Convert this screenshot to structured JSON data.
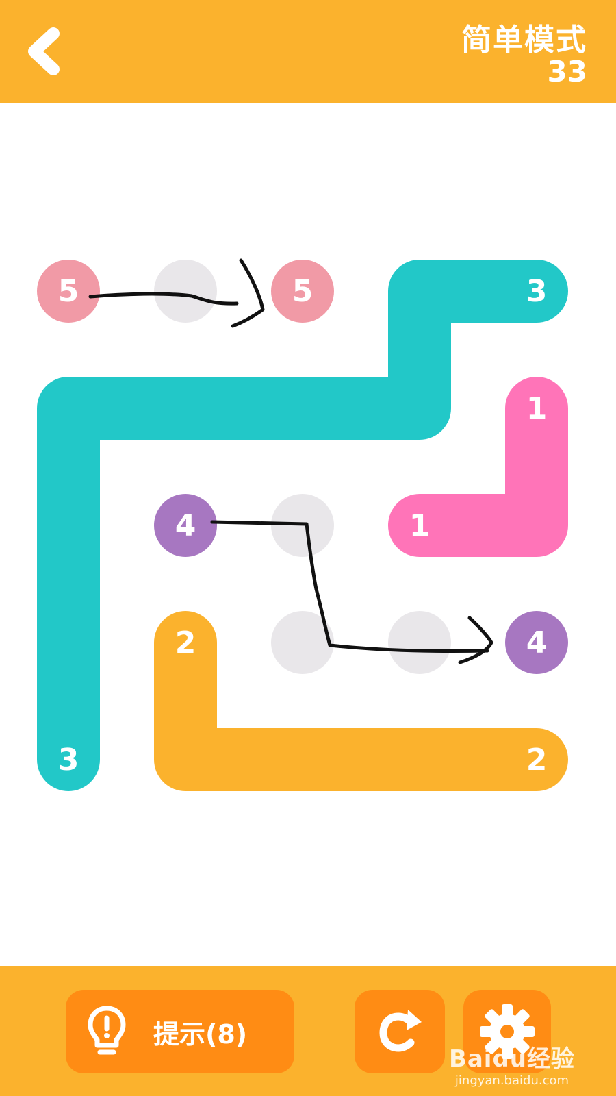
{
  "header": {
    "mode_title": "简单模式",
    "level": "33",
    "back_icon": "chevron-left-icon"
  },
  "colors": {
    "header_bg": "#fbb22d",
    "button_bg": "#ff8c14",
    "teal": "#22c8c8",
    "pink": "#ff74b8",
    "orange": "#fbb22d",
    "purple": "#a777c1",
    "salmon": "#f19aa6",
    "empty_dot": "#e9e7ea",
    "annotation": "#111111"
  },
  "board": {
    "columns": 5,
    "rows": 5,
    "empty_cells": [
      [
        1,
        0
      ],
      [
        2,
        2
      ],
      [
        2,
        3
      ],
      [
        3,
        3
      ]
    ],
    "paths": [
      {
        "pair": "3",
        "color": "#22c8c8",
        "cells": [
          [
            4,
            0
          ],
          [
            3,
            0
          ],
          [
            3,
            1
          ],
          [
            2,
            1
          ],
          [
            1,
            1
          ],
          [
            0,
            1
          ],
          [
            0,
            2
          ],
          [
            0,
            3
          ],
          [
            0,
            4
          ]
        ],
        "endpoint_labels": [
          "3",
          "3"
        ]
      },
      {
        "pair": "1",
        "color": "#ff74b8",
        "cells": [
          [
            4,
            1
          ],
          [
            4,
            2
          ],
          [
            3,
            2
          ]
        ],
        "endpoint_labels": [
          "1",
          "1"
        ]
      },
      {
        "pair": "2",
        "color": "#fbb22d",
        "cells": [
          [
            1,
            3
          ],
          [
            1,
            4
          ],
          [
            2,
            4
          ],
          [
            3,
            4
          ],
          [
            4,
            4
          ]
        ],
        "endpoint_labels": [
          "2",
          "2"
        ]
      }
    ],
    "dots": [
      {
        "label": "5",
        "color": "#f19aa6",
        "cell": [
          0,
          0
        ]
      },
      {
        "label": "5",
        "color": "#f19aa6",
        "cell": [
          2,
          0
        ]
      },
      {
        "label": "4",
        "color": "#a777c1",
        "cell": [
          1,
          2
        ]
      },
      {
        "label": "4",
        "color": "#a777c1",
        "cell": [
          4,
          3
        ]
      }
    ]
  },
  "footer": {
    "hint_label": "提示(8)",
    "hint_icon": "lightbulb-icon",
    "redo_icon": "redo-arrow-icon",
    "settings_icon": "gear-icon"
  },
  "watermark": {
    "logo": "Baidu经验",
    "url": "jingyan.baidu.com"
  }
}
